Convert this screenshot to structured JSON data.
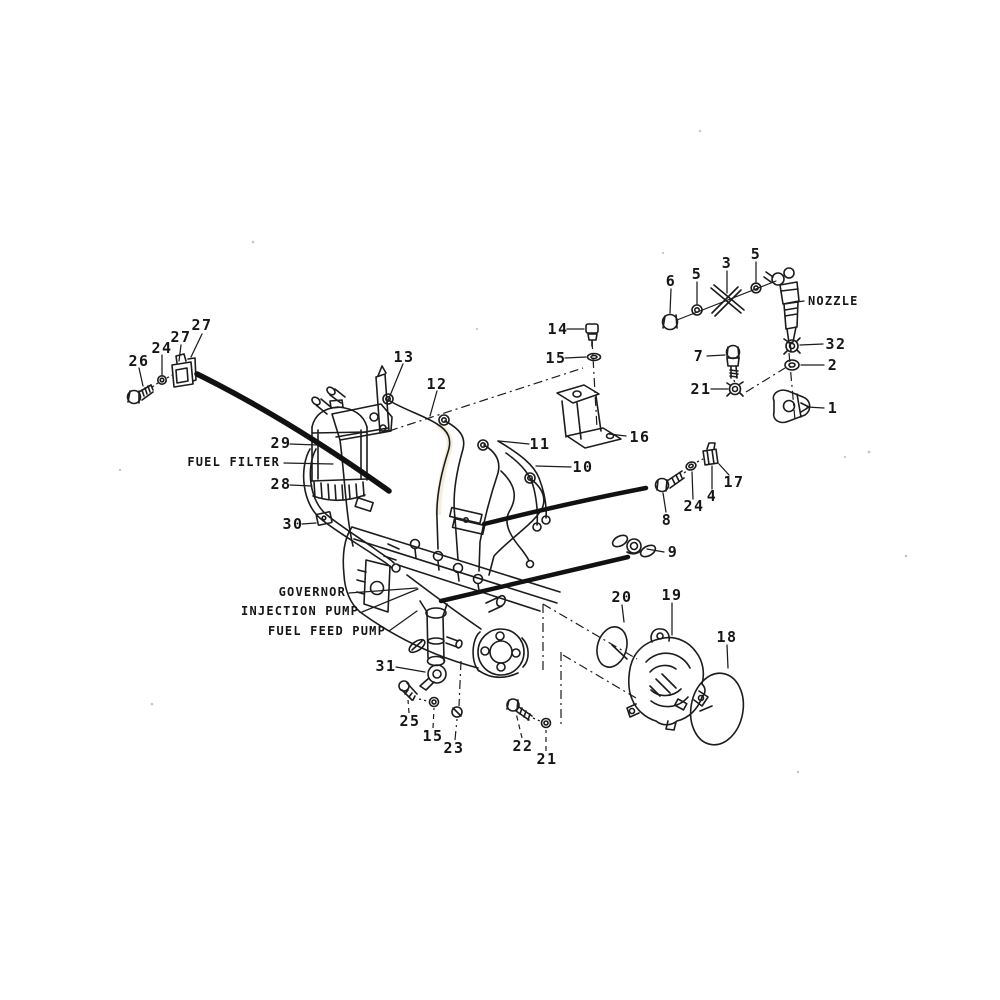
{
  "diagram": {
    "background": "#ffffff",
    "ink": "#1c1c1c",
    "type": "exploded-parts-diagram",
    "subject": "fuel system: injection pump, fuel filter, nozzle"
  },
  "labels": {
    "nozzle": "NOZZLE",
    "fuel_filter": "FUEL FILTER",
    "governor": "GOVERNOR",
    "injection_pump": "INJECTION PUMP",
    "fuel_feed_pump": "FUEL FEED PUMP"
  },
  "callouts": [
    {
      "text": "26"
    },
    {
      "text": "24"
    },
    {
      "text": "27"
    },
    {
      "text": "27"
    },
    {
      "text": "29"
    },
    {
      "text": "28"
    },
    {
      "text": "30"
    },
    {
      "text": "13"
    },
    {
      "text": "12"
    },
    {
      "text": "14"
    },
    {
      "text": "15"
    },
    {
      "text": "16"
    },
    {
      "text": "11"
    },
    {
      "text": "10"
    },
    {
      "text": "6"
    },
    {
      "text": "5"
    },
    {
      "text": "3"
    },
    {
      "text": "5"
    },
    {
      "text": "32"
    },
    {
      "text": "2"
    },
    {
      "text": "7"
    },
    {
      "text": "21"
    },
    {
      "text": "1"
    },
    {
      "text": "8"
    },
    {
      "text": "24"
    },
    {
      "text": "4"
    },
    {
      "text": "17"
    },
    {
      "text": "9"
    },
    {
      "text": "31"
    },
    {
      "text": "25"
    },
    {
      "text": "15"
    },
    {
      "text": "23"
    },
    {
      "text": "22"
    },
    {
      "text": "21"
    },
    {
      "text": "20"
    },
    {
      "text": "19"
    },
    {
      "text": "18"
    }
  ]
}
